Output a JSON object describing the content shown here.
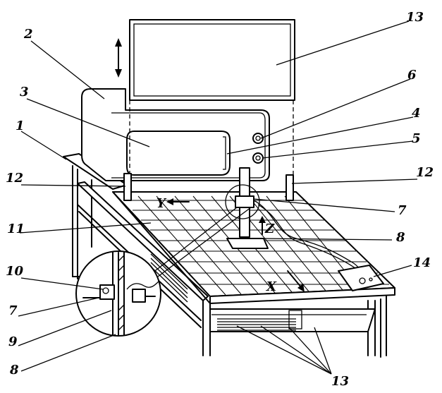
{
  "callouts": {
    "c1": "1",
    "c2": "2",
    "c3": "3",
    "c4": "4",
    "c5": "5",
    "c6": "6",
    "c7a": "7",
    "c7b": "7",
    "c8a": "8",
    "c8b": "8",
    "c9": "9",
    "c10": "10",
    "c11": "11",
    "c12a": "12",
    "c12b": "12",
    "c13a": "13",
    "c13b": "13",
    "c14": "14"
  },
  "axes": {
    "x": "X",
    "y": "Y",
    "z": "Z"
  },
  "colors": {
    "ink": "#000000",
    "paper": "#ffffff"
  }
}
